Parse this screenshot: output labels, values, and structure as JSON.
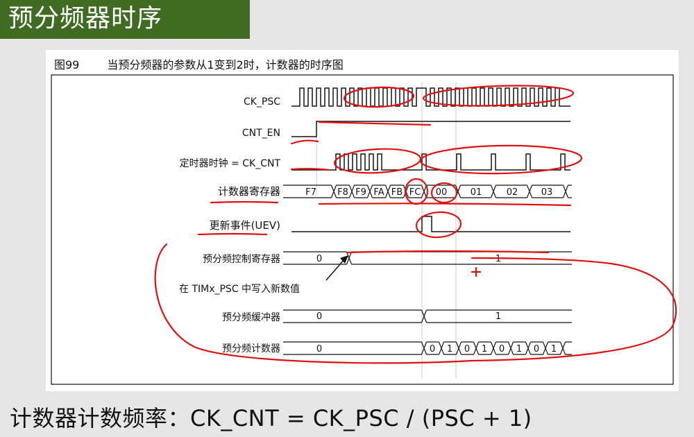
{
  "slide": {
    "title": "预分频器时序",
    "formula": "计数器计数频率：CK_CNT = CK_PSC / (PSC + 1)",
    "title_bg_color": "#3f6b22"
  },
  "figure": {
    "number": "图99",
    "caption": "当预分频器的参数从1变到2时，计数器的时序图"
  },
  "signals": {
    "ck_psc": "CK_PSC",
    "cnt_en": "CNT_EN",
    "timer_clock": "定时器时钟 = CK_CNT",
    "counter_register": "计数器寄存器",
    "update_event": "更新事件(UEV)",
    "prescaler_control_register": "预分频控制寄存器",
    "prescaler_buffer": "预分频缓冲器",
    "prescaler_counter": "预分频计数器"
  },
  "annotation": {
    "write_psc": "在 TIMx_PSC 中写入新数值"
  },
  "counter_values": [
    "F7",
    "F8",
    "F9",
    "FA",
    "FB",
    "FC",
    "00",
    "01",
    "02",
    "03"
  ],
  "prescaler_control_values": [
    "0",
    "1"
  ],
  "prescaler_buffer_values": [
    "0",
    "1"
  ],
  "prescaler_counter_values": [
    "0",
    "0",
    "1",
    "0",
    "1",
    "0",
    "1",
    "0",
    "1"
  ],
  "colors": {
    "markup_red": "#e01010",
    "waveform": "#111111"
  }
}
